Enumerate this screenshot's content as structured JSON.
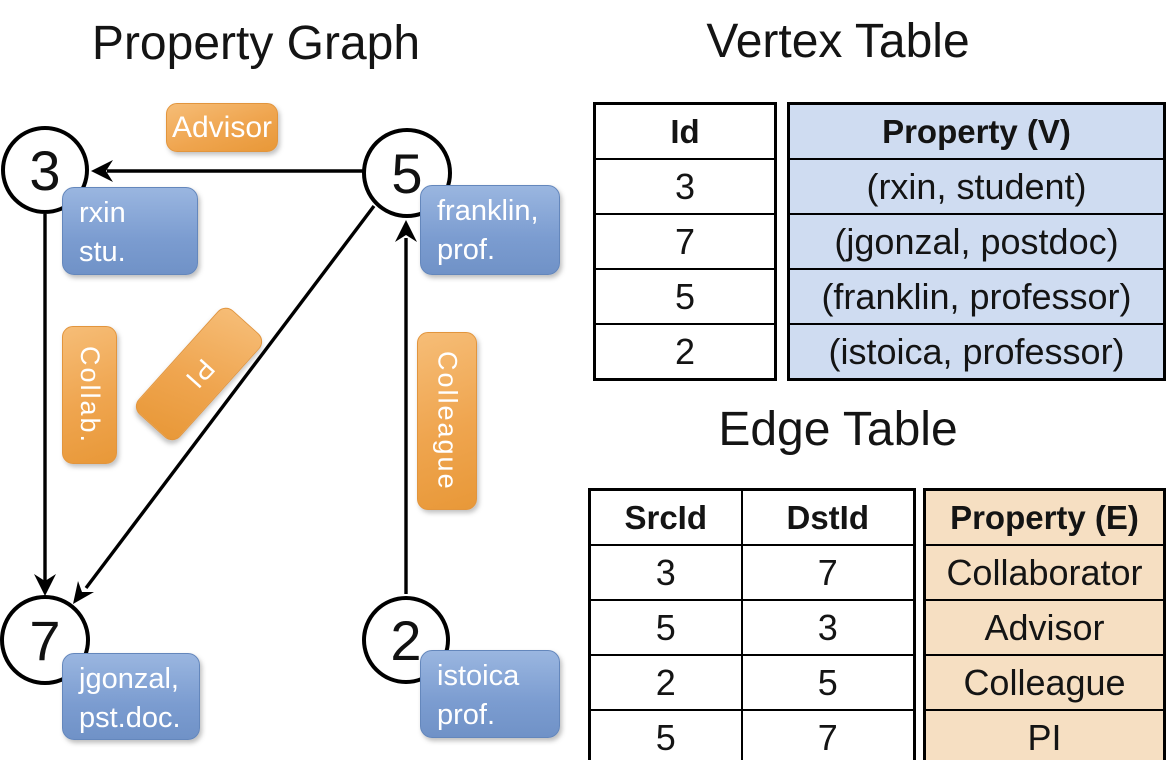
{
  "graph": {
    "title": "Property Graph",
    "vertices": [
      {
        "id": "3",
        "line1": "rxin",
        "line2": "stu."
      },
      {
        "id": "5",
        "line1": "franklin,",
        "line2": "prof."
      },
      {
        "id": "7",
        "line1": "jgonzal,",
        "line2": "pst.doc."
      },
      {
        "id": "2",
        "line1": "istoica",
        "line2": "prof."
      }
    ],
    "edge_labels": {
      "advisor": "Advisor",
      "collab": "Collab.",
      "pi": "PI",
      "colleague": "Colleague"
    }
  },
  "vertex_table": {
    "title": "Vertex Table",
    "col_id": "Id",
    "col_property": "Property (V)",
    "rows": [
      [
        "3",
        "(rxin, student)"
      ],
      [
        "7",
        "(jgonzal, postdoc)"
      ],
      [
        "5",
        "(franklin, professor)"
      ],
      [
        "2",
        "(istoica, professor)"
      ]
    ]
  },
  "edge_table": {
    "title": "Edge Table",
    "col_src": "SrcId",
    "col_dst": "DstId",
    "col_property": "Property (E)",
    "rows": [
      [
        "3",
        "7",
        "Collaborator"
      ],
      [
        "5",
        "3",
        "Advisor"
      ],
      [
        "2",
        "5",
        "Colleague"
      ],
      [
        "5",
        "7",
        "PI"
      ]
    ]
  },
  "colors": {
    "edge_label_orange": "#efa54f",
    "vertex_label_blue": "#7b9cd0",
    "vertex_table_cell_bg": "#cfdcf1",
    "edge_table_cell_bg": "#f6dfc2",
    "line_color": "#000000"
  }
}
